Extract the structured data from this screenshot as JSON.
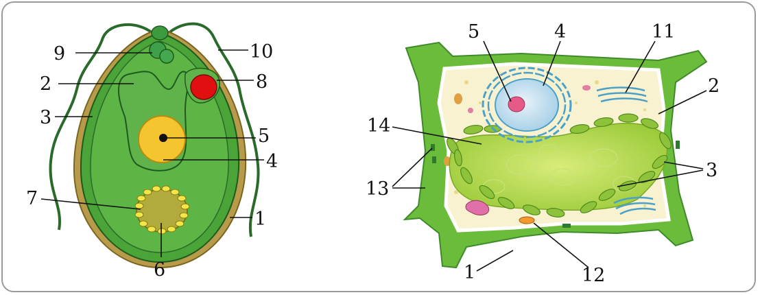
{
  "colors": {
    "frame_border": "#9a9a9a",
    "chlamy_cytoplasm": "#4aa437",
    "chlamy_outline": "#1e5a1e",
    "chloroplast_cup": "#5cb544",
    "eyespot": "#e01010",
    "nucleus": "#f5c530",
    "pyrenoid": "#b0ab3c",
    "starch_grains": "#f3e64a",
    "plant_wall": "#6cbc3c",
    "plant_cytoplasm": "#f8f2d0",
    "vacuole": "#b4d84a",
    "chloroplast": "#8ec23a",
    "plant_nucleus": "#9ccde8",
    "label_text": "#111111"
  },
  "left_diagram": {
    "labels": {
      "l1": "1",
      "l2": "2",
      "l3": "3",
      "l4": "4",
      "l5": "5",
      "l6": "6",
      "l7": "7",
      "l8": "8",
      "l9": "9",
      "l10": "10"
    }
  },
  "right_diagram": {
    "labels": {
      "l1": "1",
      "l2": "2",
      "l3": "3",
      "l4": "4",
      "l5": "5",
      "l11": "11",
      "l12": "12",
      "l13": "13",
      "l14": "14"
    }
  }
}
